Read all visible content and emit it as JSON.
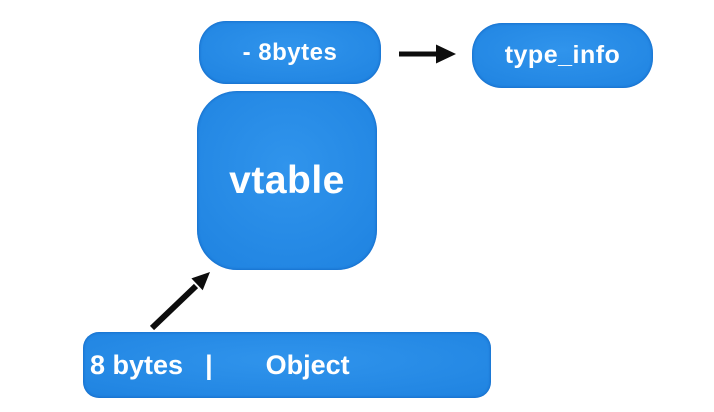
{
  "colors": {
    "background": "#ffffff",
    "box_blue": "#2185e2",
    "box_blue_light": "#3094ec",
    "box_blue_dark": "#1a70d0",
    "text_white": "#ffffff",
    "arrow_black": "#0d0d0d"
  },
  "nodes": {
    "offset": {
      "label": "- 8bytes"
    },
    "type_info": {
      "label": "type_info"
    },
    "vtable": {
      "label": "vtable"
    },
    "object": {
      "size_label": "8 bytes",
      "divider": "|",
      "label": "Object"
    }
  },
  "arrows": [
    {
      "name": "offset-to-type-info",
      "direction": "right"
    },
    {
      "name": "object-to-vtable",
      "direction": "up-right"
    }
  ]
}
